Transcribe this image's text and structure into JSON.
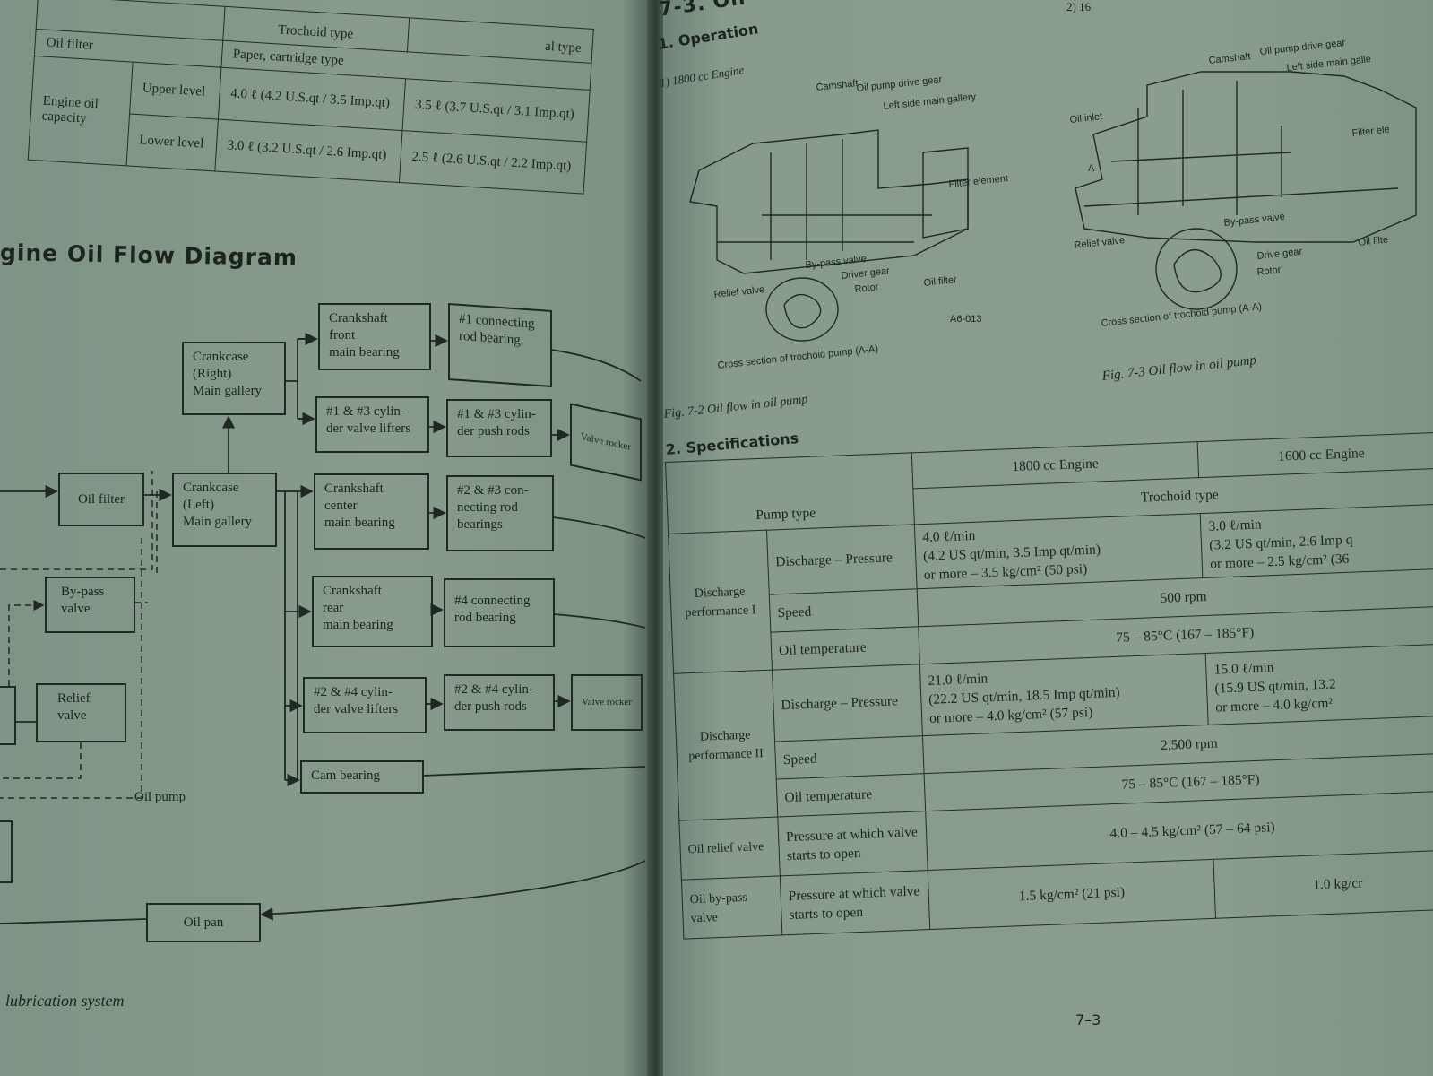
{
  "left_page": {
    "top_table": {
      "header_fragments": [
        "Trochoid type",
        "al type"
      ],
      "oil_filter_label": "Oil filter",
      "oil_filter_value": "Paper, cartridge type",
      "capacity_label": "Engine oil capacity",
      "upper_label": "Upper level",
      "lower_label": "Lower level",
      "upper_1800": "4.0 ℓ (4.2 U.S.qt / 3.5 Imp.qt)",
      "upper_1600": "3.5 ℓ (3.7 U.S.qt / 3.1 Imp.qt)",
      "lower_1800": "3.0 ℓ (3.2 U.S.qt / 2.6 Imp.qt)",
      "lower_1600": "2.5 ℓ (2.6 U.S.qt / 2.2 Imp.qt)"
    },
    "title": "gine Oil Flow Diagram",
    "diagram": {
      "crankcase_right": "Crankcase\n(Right)\nMain gallery",
      "crank_front": "Crankshaft\nfront\nmain bearing",
      "rod1": "#1 connecting\nrod bearing",
      "lifters13": "#1 & #3 cylin-\nder valve lifters",
      "pushrods13": "#1 & #3 cylin-\nder push rods",
      "rocker1": "Valve rocker",
      "oil_filter": "Oil filter",
      "crankcase_left": "Crankcase\n(Left)\nMain gallery",
      "crank_center": "Crankshaft\ncenter\nmain bearing",
      "rod23": "#2 & #3 con-\nnecting rod\nbearings",
      "crank_rear": "Crankshaft\nrear\nmain bearing",
      "rod4": "#4 connecting\nrod bearing",
      "lifters24": "#2 & #4 cylin-\nder valve lifters",
      "pushrods24": "#2 & #4 cylin-\nder push rods",
      "rocker2": "Valve rocker",
      "cam": "Cam bearing",
      "bypass": "By-pass\nvalve",
      "relief": "Relief\nvalve",
      "oil_pump": "Oil pump",
      "oil_pan": "Oil pan"
    },
    "footer": "lubrication system"
  },
  "right_page": {
    "section": "7-3. Oil",
    "operation": "1. Operation",
    "engine1": "1)  1800 cc Engine",
    "engine2": "2)  16",
    "fig1_labels": {
      "camshaft": "Camshaft",
      "drive_gear": "Oil pump drive gear",
      "gallery": "Left side main gallery",
      "filter_element": "Filter element",
      "bypass": "By-pass valve",
      "driver_gear": "Driver gear",
      "rotor": "Rotor",
      "relief": "Relief valve",
      "oil_filter": "Oil filter",
      "code": "A6-013",
      "cross": "Cross section of trochoid pump (A-A)"
    },
    "fig1_caption": "Fig. 7-2  Oil flow in oil pump",
    "fig2_labels": {
      "camshaft": "Camshaft",
      "drive_gear": "Oil pump drive gear",
      "gallery": "Left side main galle",
      "oil_inlet": "Oil inlet",
      "filter": "Filter ele",
      "a": "A",
      "bypass": "By-pass valve",
      "relief": "Relief valve",
      "drive": "Drive gear",
      "rotor": "Rotor",
      "oil_filter": "Oil filte",
      "cross": "Cross section of trochoid pump (A-A)"
    },
    "fig2_caption": "Fig. 7-3  Oil flow in oil pump",
    "specs_title": "2. Specifications",
    "specs": {
      "col_1800": "1800 cc Engine",
      "col_1600": "1600 cc Engine",
      "pump_type": "Pump type",
      "pump_value": "Trochoid type",
      "dp1": "Discharge performance I",
      "dp2": "Discharge performance II",
      "dis_pressure": "Discharge – Pressure",
      "speed": "Speed",
      "oil_temp": "Oil temperature",
      "dp1_1800": "4.0 ℓ/min\n(4.2 US qt/min, 3.5 Imp qt/min)\nor more – 3.5 kg/cm² (50 psi)",
      "dp1_1600": "3.0 ℓ/min\n(3.2 US qt/min, 2.6 Imp q\nor more – 2.5 kg/cm² (36",
      "dp1_speed": "500 rpm",
      "dp1_temp": "75 – 85°C (167 – 185°F)",
      "dp2_1800": "21.0 ℓ/min\n(22.2 US qt/min, 18.5 Imp qt/min)\nor more – 4.0 kg/cm² (57 psi)",
      "dp2_1600": "15.0 ℓ/min\n(15.9 US qt/min, 13.2\nor more – 4.0 kg/cm²",
      "dp2_speed": "2,500 rpm",
      "dp2_temp": "75 – 85°C (167 – 185°F)",
      "relief": "Oil relief valve",
      "bypass": "Oil by-pass valve",
      "opens": "Pressure at which valve starts to open",
      "relief_value": "4.0 – 4.5 kg/cm² (57 – 64 psi)",
      "bypass_1800": "1.5 kg/cm² (21 psi)",
      "bypass_1600": "1.0 kg/cr"
    },
    "page_number": "7–3"
  }
}
